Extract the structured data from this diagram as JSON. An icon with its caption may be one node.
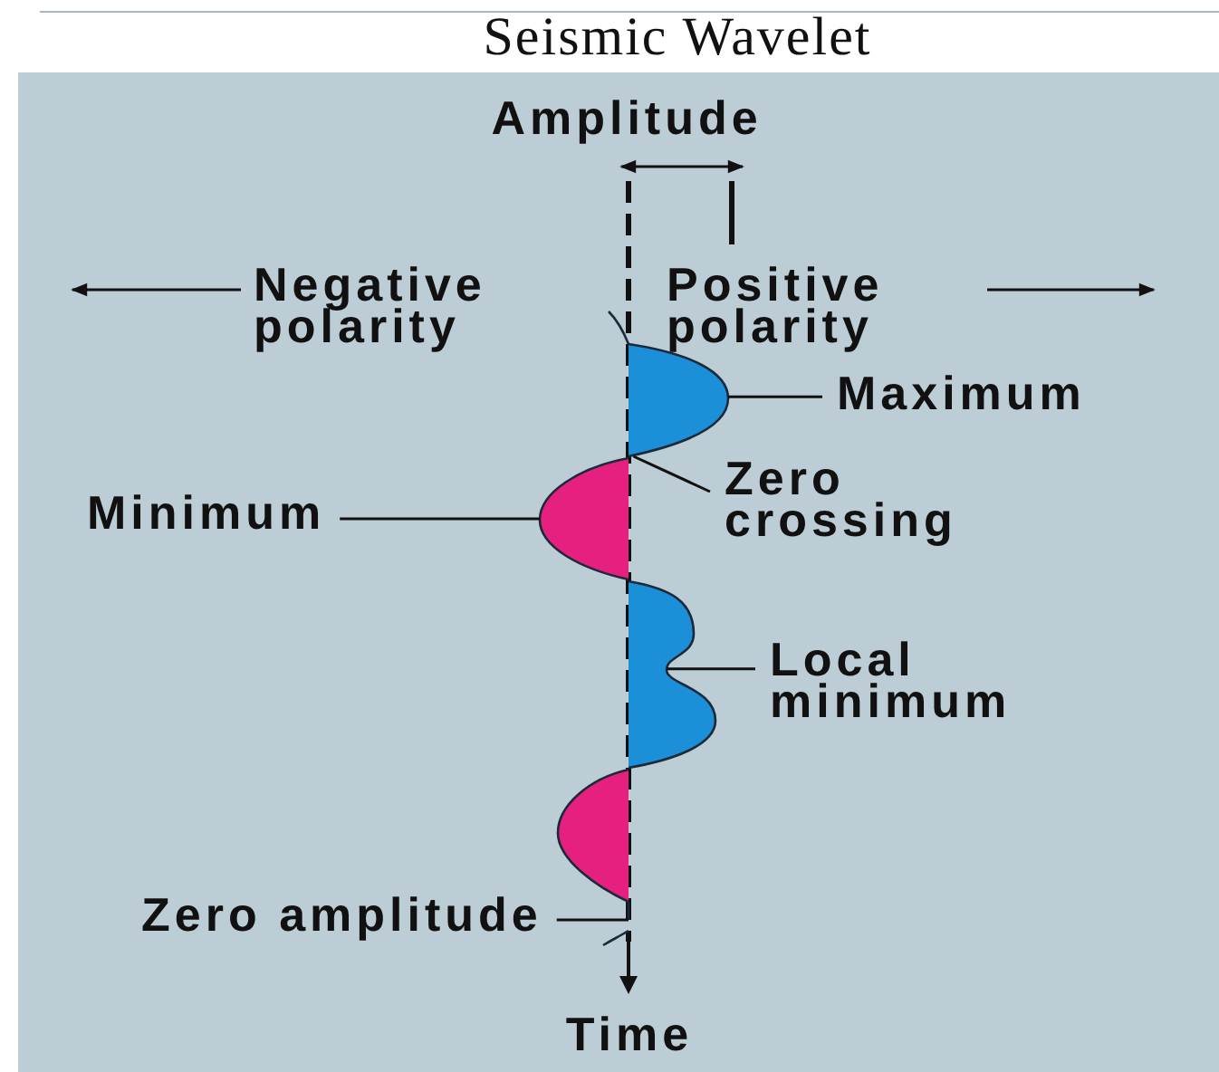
{
  "diagram": {
    "title": "Seismic Wavelet",
    "nodes": [
      {
        "text": [
          "Maximum"
        ]
      },
      {
        "text": [
          "Zero crossing"
        ]
      },
      {
        "text": [
          "Minimum"
        ]
      },
      {
        "text": [
          "Local minimum"
        ]
      },
      {
        "text": [
          "Zero amplitude"
        ]
      },
      {
        "text": [],
        "shape": "lobe"
      },
      {
        "text": [],
        "shape": "lobe"
      },
      {
        "text": [],
        "shape": "lobe"
      },
      {
        "text": [],
        "shape": "lobe"
      }
    ],
    "edges": [
      {
        "from": 0,
        "to": 5,
        "arrow": "none"
      },
      {
        "from": 1,
        "to": 5,
        "arrow": "none"
      },
      {
        "from": 2,
        "to": 6,
        "arrow": "none"
      },
      {
        "from": 3,
        "to": 7,
        "arrow": "none"
      },
      {
        "from": 4,
        "to": 8,
        "arrow": "none"
      }
    ],
    "labels": [
      "Amplitude",
      "Negative polarity",
      "Positive polarity",
      "Time"
    ]
  }
}
